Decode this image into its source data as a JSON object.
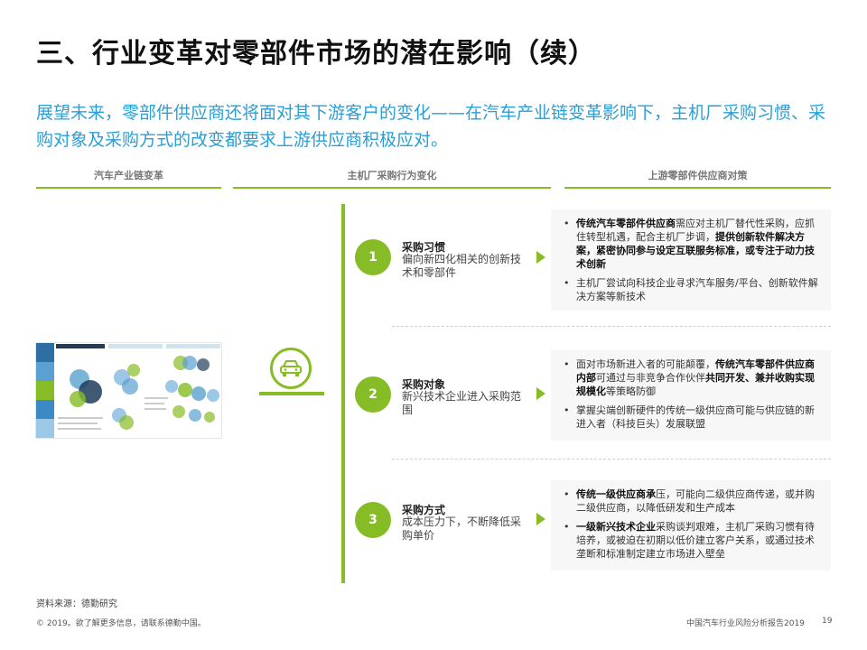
{
  "title": "三、行业变革对零部件市场的潜在影响（续）",
  "subtitle": "展望未来，零部件供应商还将面对其下游客户的变化——在汽车产业链变革影响下，主机厂采购习惯、采购对象及采购方式的改变都要求上游供应商积极应对。",
  "columns": {
    "left": "汽车产业链变革",
    "middle": "主机厂采购行为变化",
    "right": "上游零部件供应商对策"
  },
  "colors": {
    "accent": "#86bc25",
    "subtitle": "#2a9fd6"
  },
  "car_icon": "car-icon",
  "items": [
    {
      "num": "1",
      "title": "采购习惯",
      "desc": "偏向新四化相关的创新技术和零部件",
      "bullets": [
        [
          {
            "t": "传统汽车零部件供应商",
            "b": true
          },
          {
            "t": "需应对主机厂替代性采购，应抓住转型机遇，配合主机厂步调，",
            "b": false
          },
          {
            "t": "提供创新软件解决方案，紧密协同参与设定互联服务标准，或专注于动力技术创新",
            "b": true
          }
        ],
        [
          {
            "t": "主机厂尝试向科技企业寻求汽车服务/平台、创新软件解决方案等新技术",
            "b": false
          }
        ]
      ]
    },
    {
      "num": "2",
      "title": "采购对象",
      "desc": "新兴技术企业进入采购范围",
      "bullets": [
        [
          {
            "t": "面对市场新进入者的可能颠覆，",
            "b": false
          },
          {
            "t": "传统汽车零部件供应商内部",
            "b": true
          },
          {
            "t": "可通过与非竞争合作伙伴",
            "b": false
          },
          {
            "t": "共同开发、兼并收购实现规模化",
            "b": true
          },
          {
            "t": "等策略防御",
            "b": false
          }
        ],
        [
          {
            "t": "掌握尖端创新硬件的传统一级供应商可能与供应链的新进入者（科技巨头）发展联盟",
            "b": false
          }
        ]
      ]
    },
    {
      "num": "3",
      "title": "采购方式",
      "desc": "成本压力下，不断降低采购单价",
      "bullets": [
        [
          {
            "t": "传统一级供应商承",
            "b": true
          },
          {
            "t": "压，可能向二级供应商传递，或并购二级供应商，以降低研发和生产成本",
            "b": false
          }
        ],
        [
          {
            "t": "一级新兴技术企业",
            "b": true
          },
          {
            "t": "采购谈判艰难，主机厂采购习惯有待培养，或被迫在初期以低价建立客户关系，或通过技术垄断和标准制定建立市场进入壁垒",
            "b": false
          }
        ]
      ]
    }
  ],
  "source": "资料来源：德勤研究",
  "footer_left": "© 2019。欲了解更多信息，请联系德勤中国。",
  "footer_right": "中国汽车行业风险分析报告2019",
  "page_number": "19"
}
